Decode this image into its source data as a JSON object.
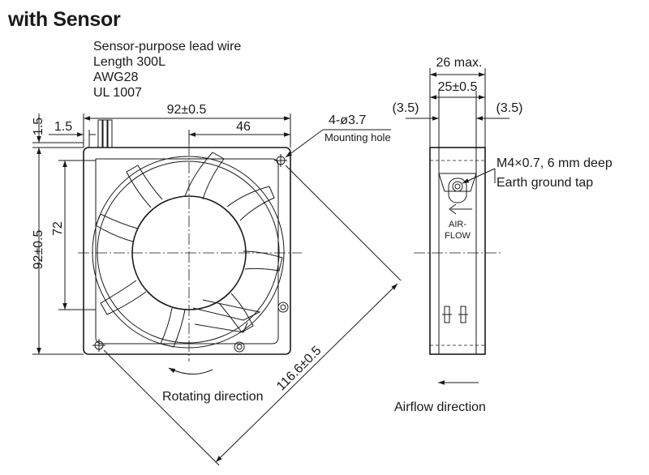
{
  "heading": "with Sensor",
  "lead_wire": {
    "line1": "Sensor-purpose lead wire",
    "line2": "Length 300L",
    "line3": "AWG28",
    "line4": "UL 1007"
  },
  "front_view": {
    "width_dim": "92±0.5",
    "half_dim": "46",
    "offset_top": "1.5",
    "offset_left": "1.5",
    "height_dim": "92±0.5",
    "hole_span": "72",
    "mounting_hole_spec": "4-ø3.7",
    "mounting_hole_label": "Mounting hole",
    "diagonal_dim": "116.6±0.5",
    "rotating_label": "Rotating direction"
  },
  "side_view": {
    "max_dim": "26 max.",
    "body_dim": "25±0.5",
    "left_gap": "(3.5)",
    "right_gap": "(3.5)",
    "earth_spec": "M4×0.7, 6 mm deep",
    "earth_label": "Earth ground tap",
    "air_label_1": "AIR-",
    "air_label_2": "FLOW",
    "airflow_label": "Airflow direction"
  }
}
